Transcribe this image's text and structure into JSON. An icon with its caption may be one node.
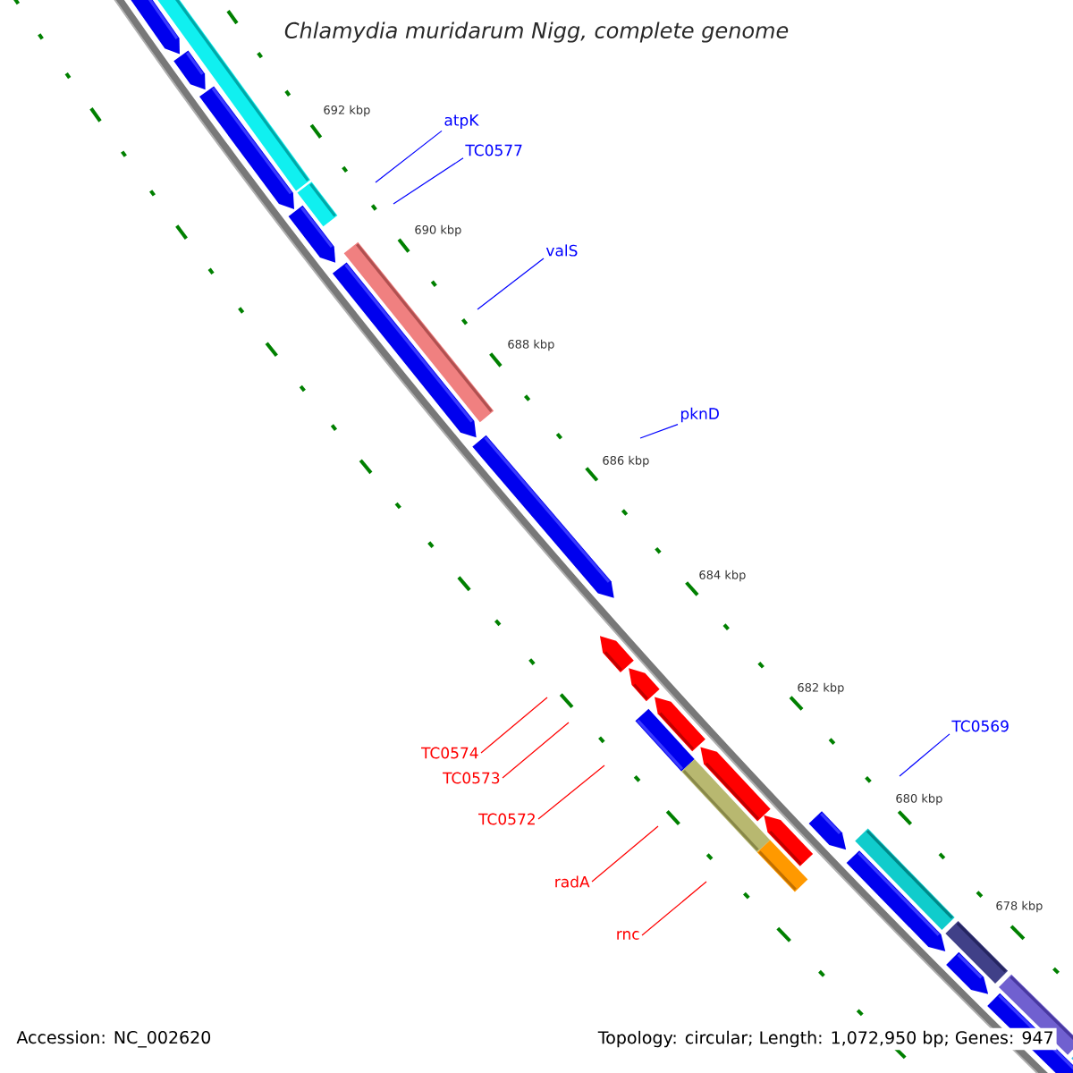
{
  "diagram": {
    "title": "Chlamydia muridarum Nigg, complete genome",
    "nodes": [
      {
        "text": [
          "atpK"
        ]
      },
      {
        "text": [
          "TC0577"
        ]
      },
      {
        "text": [
          "valS"
        ]
      },
      {
        "text": [
          "pknD"
        ]
      },
      {
        "text": [
          "TC0569"
        ]
      },
      {
        "text": [
          "TC0574"
        ]
      },
      {
        "text": [
          "TC0573"
        ]
      },
      {
        "text": [
          "TC0572"
        ]
      },
      {
        "text": [
          "radA"
        ]
      },
      {
        "text": [
          "rnc"
        ]
      }
    ],
    "edges": [
      {
        "from": 0,
        "to": null,
        "arrow": "none",
        "color": "#0000ff"
      },
      {
        "from": 1,
        "to": null,
        "arrow": "none",
        "color": "#0000ff"
      },
      {
        "from": 2,
        "to": null,
        "arrow": "none",
        "color": "#0000ff"
      },
      {
        "from": 3,
        "to": null,
        "arrow": "none",
        "color": "#0000ff"
      },
      {
        "from": 4,
        "to": null,
        "arrow": "none",
        "color": "#0000ff"
      },
      {
        "from": 5,
        "to": null,
        "arrow": "none",
        "color": "#ff0000"
      },
      {
        "from": 6,
        "to": null,
        "arrow": "none",
        "color": "#ff0000"
      },
      {
        "from": 7,
        "to": null,
        "arrow": "none",
        "color": "#ff0000"
      },
      {
        "from": 8,
        "to": null,
        "arrow": "none",
        "color": "#ff0000"
      },
      {
        "from": 9,
        "to": null,
        "arrow": "none",
        "color": "#ff0000"
      }
    ],
    "labels": [
      "692 kbp",
      "690 kbp",
      "688 kbp",
      "686 kbp",
      "684 kbp",
      "682 kbp",
      "680 kbp",
      "678 kbp",
      "Accession: NC_002620",
      "Topology: circular; Length: 1,072,950 bp; Genes: 947"
    ]
  }
}
